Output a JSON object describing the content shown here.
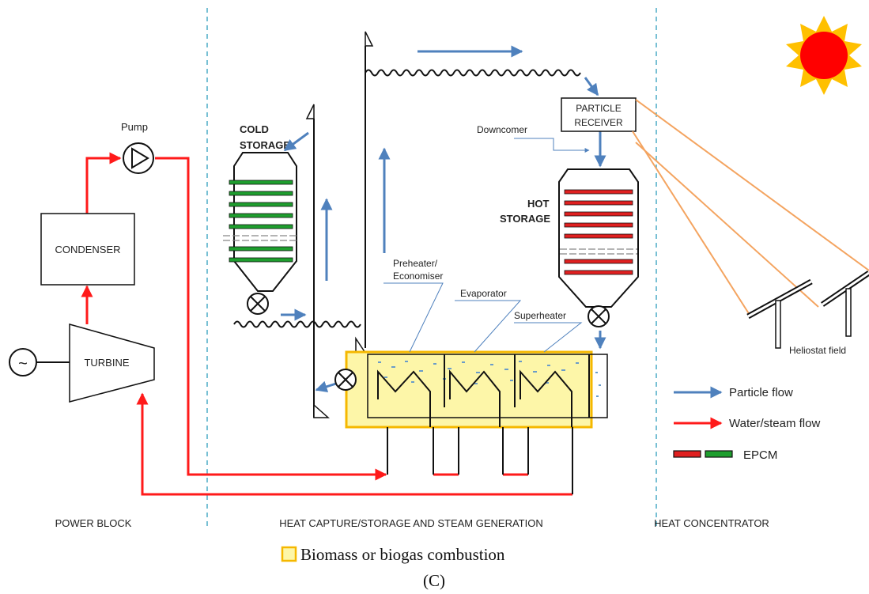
{
  "sections": {
    "power_block": "POWER BLOCK",
    "heat_capture": "HEAT CAPTURE/STORAGE AND STEAM GENERATION",
    "heat_concentrator": "HEAT CONCENTRATOR"
  },
  "components": {
    "pump": "Pump",
    "condenser": "CONDENSER",
    "turbine": "TURBINE",
    "generator_symbol": "~",
    "cold_storage_line1": "COLD",
    "cold_storage_line2": "STORAGE",
    "hot_storage_line1": "HOT",
    "hot_storage_line2": "STORAGE",
    "particle_receiver_line1": "PARTICLE",
    "particle_receiver_line2": "RECEIVER",
    "downcomer": "Downcomer",
    "preheater_line1": "Preheater/",
    "preheater_line2": "Economiser",
    "evaporator": "Evaporator",
    "superheater": "Superheater",
    "heliostat_field": "Heliostat field"
  },
  "legend": {
    "particle_flow": "Particle flow",
    "water_steam_flow": "Water/steam flow",
    "epcm": "EPCM",
    "biomass": "Biomass or biogas combustion",
    "caption": "(C)"
  },
  "colors": {
    "particle_flow": "#4f81bd",
    "water_steam_flow": "#ff1a1a",
    "epcm_hot": "#e02020",
    "epcm_cold": "#1e9e2e",
    "combustion_fill": "#fdf6a8",
    "combustion_border": "#f5b800",
    "divider": "#4bacc6",
    "heliostat_ray": "#f4a460",
    "sun_rays": "#ffc000",
    "sun_core": "#ff0000"
  }
}
